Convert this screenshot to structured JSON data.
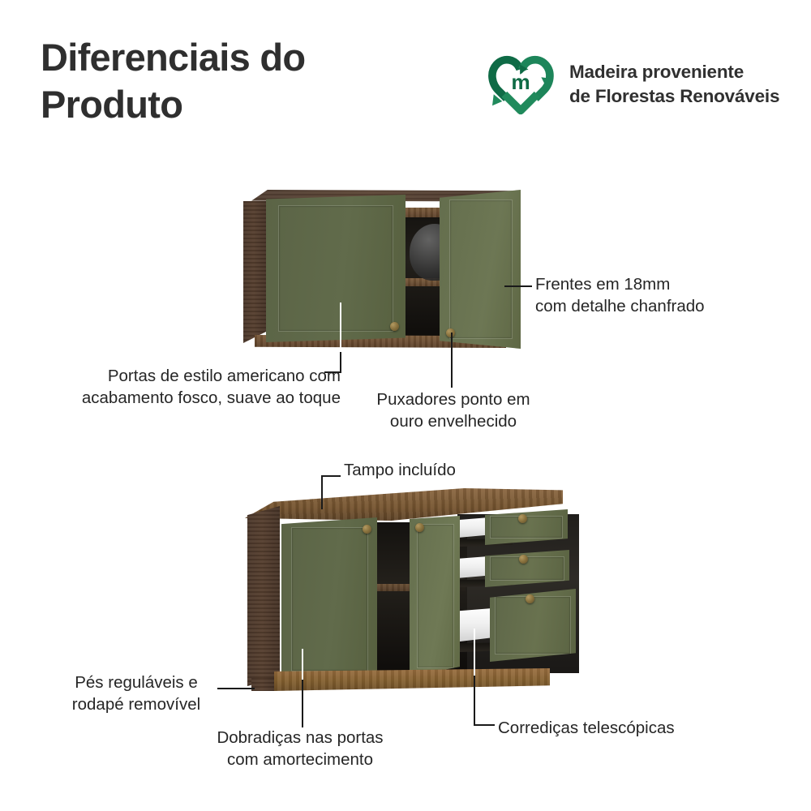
{
  "page": {
    "background_color": "#ffffff",
    "text_color": "#262626"
  },
  "header": {
    "title": "Diferenciais do\nProduto",
    "certification": {
      "logo_name": "heart-recycle-m-logo",
      "logo_colors": {
        "dark_green": "#0f6b46",
        "mid_green": "#1f8a5c",
        "light_green": "#2fa06a"
      },
      "text": "Madeira proveniente\nde Florestas Renováveis"
    }
  },
  "upper_cabinet": {
    "name": "armario-aereo",
    "callouts": [
      {
        "id": "frentes",
        "text": "Frentes em 18mm\ncom detalhe chanfrado",
        "align": "left"
      },
      {
        "id": "portas-americano",
        "text": "Portas de estilo americano com\nacabamento fosco, suave ao toque",
        "align": "right"
      },
      {
        "id": "puxadores",
        "text": "Puxadores ponto em\nouro envelhecido",
        "align": "center"
      }
    ]
  },
  "lower_cabinet": {
    "name": "balcao-com-gavetas",
    "callouts": [
      {
        "id": "tampo",
        "text": "Tampo incluído",
        "align": "left"
      },
      {
        "id": "pes-rodape",
        "text": "Pés reguláveis e\nrodapé removível",
        "align": "right"
      },
      {
        "id": "dobradicas",
        "text": "Dobradiças nas portas\ncom amortecimento",
        "align": "center"
      },
      {
        "id": "corredicas",
        "text": "Corrediças telescópicas",
        "align": "left"
      }
    ]
  },
  "materials": {
    "door_green": "#5d6647",
    "wood_dark": "#4b372a",
    "wood_medium": "#6a4c31",
    "wood_light": "#84602f",
    "knob_gold": "#8d7540",
    "drawer_interior": "#efefef",
    "cavity_dark": "#14120f"
  }
}
